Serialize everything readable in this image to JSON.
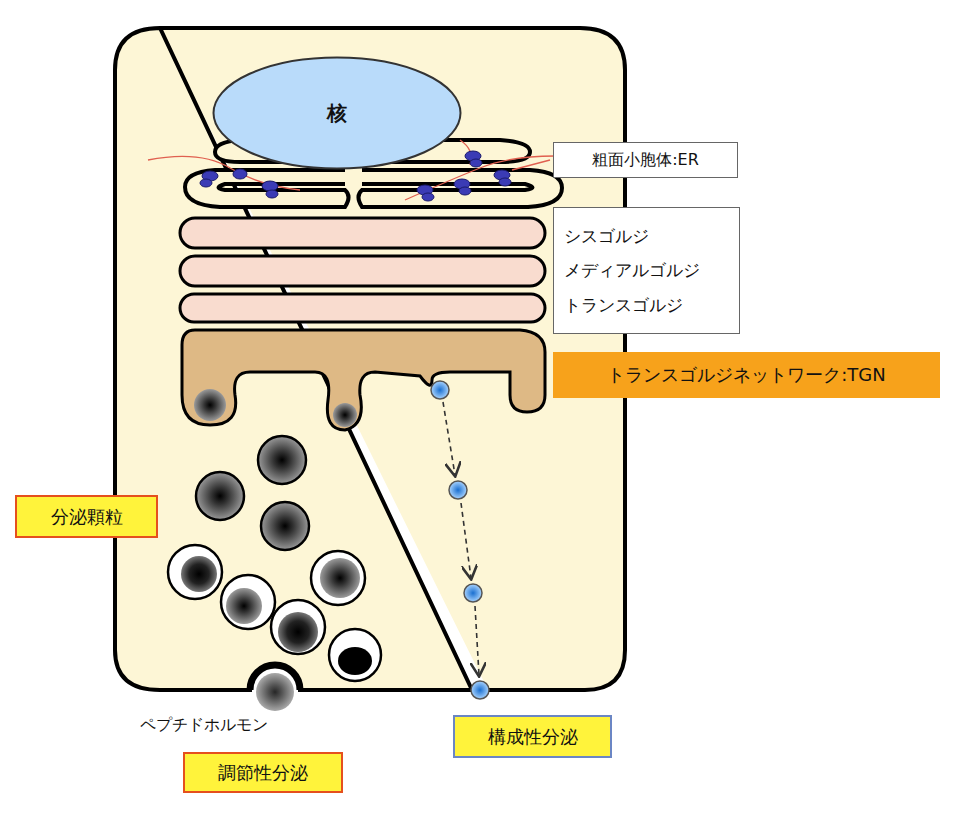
{
  "diagram": {
    "nodes": [
      {
        "text": [
          "核"
        ]
      },
      {
        "text": [
          "粗面小胞体:ER"
        ]
      },
      {
        "text": [
          "シスゴルジ",
          "メディアルゴルジ",
          "トランスゴルジ"
        ]
      },
      {
        "text": [
          "トランスゴルジネットワーク:TGN"
        ]
      },
      {
        "text": [
          "分泌顆粒"
        ]
      },
      {
        "text": [
          "構成性分泌"
        ]
      },
      {
        "text": [
          "調節性分泌"
        ]
      }
    ],
    "labels": [
      "ペプチドホルモン"
    ]
  }
}
